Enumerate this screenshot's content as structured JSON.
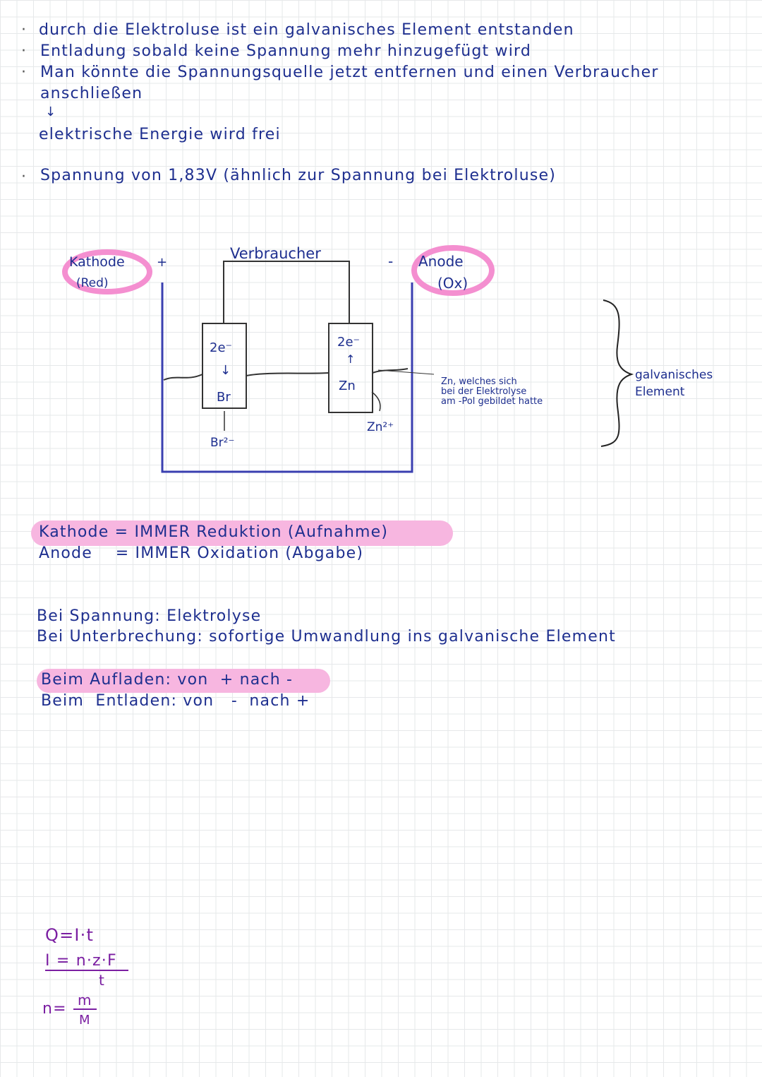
{
  "notes": {
    "bullets": [
      "durch die Elektroluse ist ein galvanisches Element entstanden",
      "Entladung sobald keine Spannung mehr hinzugefügt wird",
      "Man könnte die Spannungsquelle jetzt entfernen und einen Verbraucher",
      "anschließen"
    ],
    "arrow": "↓",
    "energy": "elektrische Energie wird frei",
    "voltage": "Spannung von 1,83V (ähnlich zur Spannung bei Elektroluse)"
  },
  "diagram": {
    "cathode_label": "Kathode",
    "cathode_sub": "(Red)",
    "plus": "+",
    "consumer": "Verbraucher",
    "minus": "-",
    "anode_label": "Anode",
    "anode_sub": "(Ox)",
    "left_electrons": "2e⁻",
    "left_arrow": "↓",
    "left_element": "Br",
    "left_ion": "Br²⁻",
    "right_electrons": "2e⁻",
    "right_arrow": "↑",
    "right_element": "Zn",
    "right_ion": "Zn²⁺",
    "zn_note_1": "Zn, welches sich",
    "zn_note_2": "bei der Elektrolyse",
    "zn_note_3": "am -Pol gebildet hatte",
    "brace_label_1": "galvanisches",
    "brace_label_2": "Element"
  },
  "rules": {
    "cathode": "Kathode = IMMER Reduktion (Aufnahme)",
    "anode": "Anode    = IMMER Oxidation (Abgabe)"
  },
  "modes": {
    "voltage": "Bei Spannung: Elektrolyse",
    "interrupt": "Bei Unterbrechung: sofortige Umwandlung ins galvanische Element"
  },
  "charging": {
    "charge": "Beim Aufladen: von  + nach -",
    "discharge": "Beim  Entladen: von   -  nach +"
  },
  "formulas": {
    "f1": "Q=I·t",
    "f2_num": "I = n·z·F",
    "f2_den": "t",
    "f3_left": "n=",
    "f3_num": "m",
    "f3_den": "M"
  },
  "colors": {
    "ink": "#1e2f8f",
    "highlight": "#f7b6e0",
    "formula": "#7b1fa2",
    "diagram_blue": "#3a3fb0"
  }
}
